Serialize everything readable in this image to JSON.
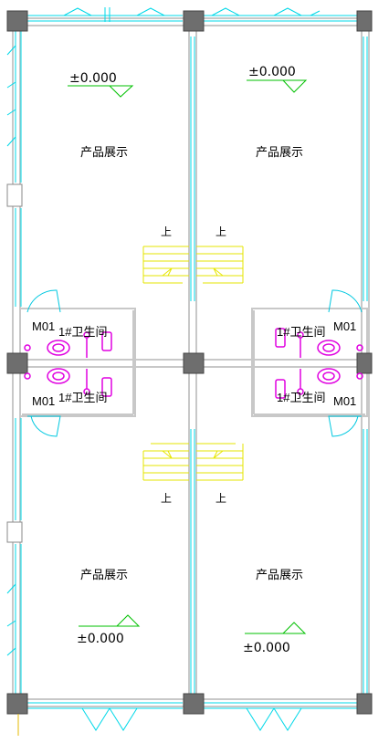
{
  "drawing": {
    "rooms": {
      "top_left": "产品展示",
      "top_right": "产品展示",
      "bottom_left": "产品展示",
      "bottom_right": "产品展示"
    },
    "elevations": {
      "top_left": "±0.000",
      "top_right": "±0.000",
      "bottom_left": "±0.000",
      "bottom_right": "±0.000"
    },
    "stairs": {
      "top_left": "上",
      "top_right": "上",
      "bottom_left": "上",
      "bottom_right": "上"
    },
    "restrooms": {
      "left_top": "1#卫生间",
      "left_bottom": "1#卫生间",
      "right_top": "1#卫生间",
      "right_bottom": "1#卫生间"
    },
    "doors": {
      "left_top": "M01",
      "left_bottom": "M01",
      "right_top": "M01",
      "right_bottom": "M01"
    },
    "colors": {
      "wall": "#c8c8c8",
      "column": "#6e6e6e",
      "window": "#00d8e8",
      "stair": "#f0f000",
      "fixture": "#e000e0",
      "elevation_mark": "#00c000"
    }
  }
}
